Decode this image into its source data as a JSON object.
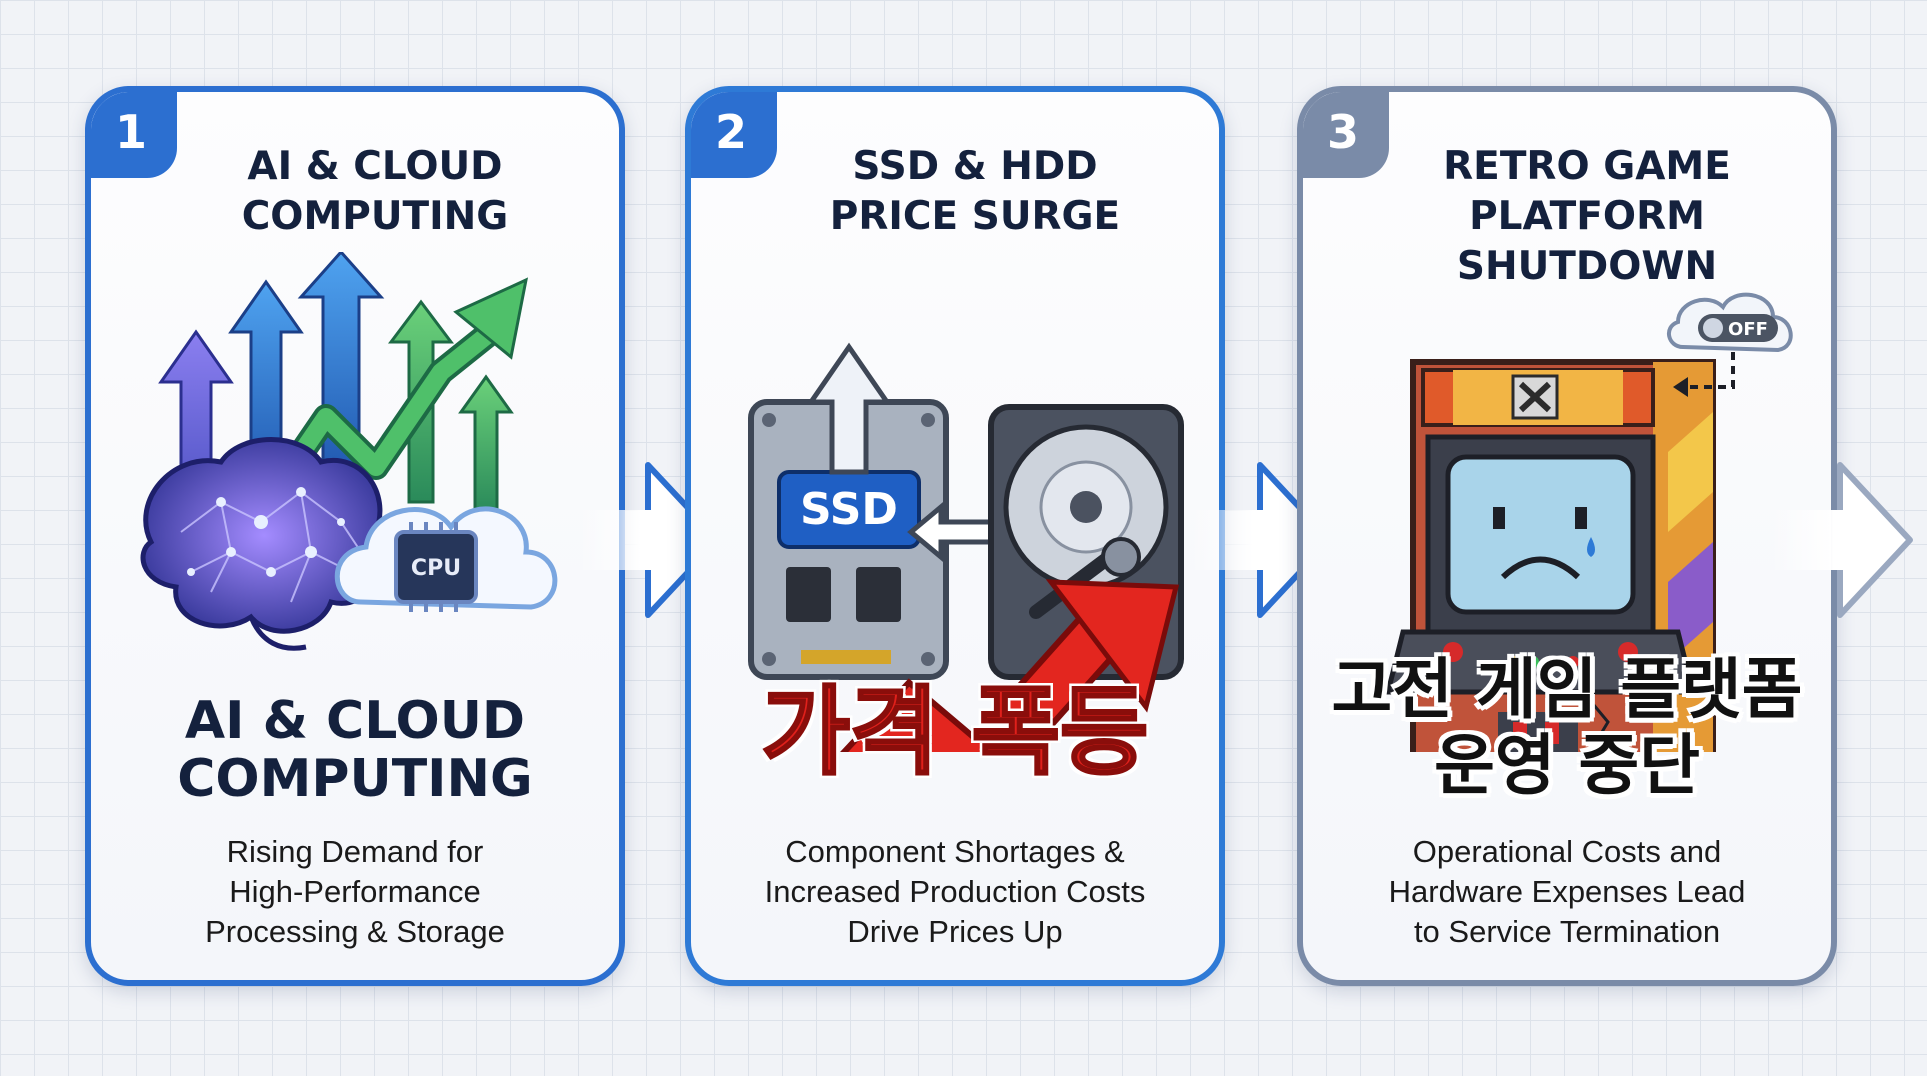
{
  "steps": [
    {
      "number": "1",
      "title": "AI & CLOUD\nCOMPUTING",
      "big_label": "AI & CLOUD\nCOMPUTING",
      "chip_label": "CPU",
      "description": "Rising Demand for\nHigh-Performance\nProcessing & Storage"
    },
    {
      "number": "2",
      "title": "SSD & HDD\nPRICE SURGE",
      "ssd_label": "SSD",
      "big_label": "가격 폭등",
      "description": "Component Shortages &\nIncreased Production Costs\nDrive Prices Up"
    },
    {
      "number": "3",
      "title": "RETRO GAME\nPLATFORM SHUTDOWN",
      "toggle_label": "OFF",
      "big_label": "고전 게임 플랫폼\n운영 중단",
      "description": "Operational Costs and\nHardware Expenses Lead\nto Service Termination"
    }
  ],
  "colors": {
    "accent_blue": "#2c6fd0",
    "accent_gray": "#7a8ba8",
    "surge_red": "#e0201b",
    "title_navy": "#14213d"
  },
  "icons": [
    "brain-icon",
    "cloud-cpu-icon",
    "rising-arrows-icon",
    "ssd-icon",
    "hdd-icon",
    "exchange-arrow-icon",
    "price-up-arrow-icon",
    "arcade-cabinet-icon",
    "off-toggle-cloud-icon",
    "flow-arrow-icon"
  ]
}
